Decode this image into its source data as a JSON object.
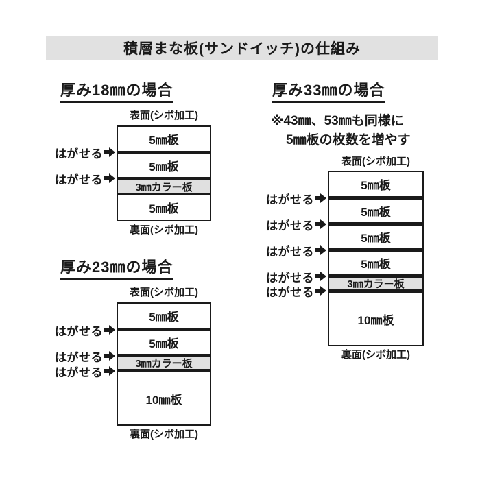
{
  "title": "積層まな板(サンドイッチ)の仕組み",
  "labels": {
    "peel": "はがせる",
    "front_surface": "表面(シボ加工)",
    "back_surface": "裏面(シボ加工)"
  },
  "colors": {
    "title_bar_bg": "#e1e1e1",
    "color_layer_bg": "#e0e0e0",
    "ink": "#1a1a1a"
  },
  "diagrams": [
    {
      "heading": "厚み18㎜の場合",
      "layers": [
        "5㎜板",
        "5㎜板",
        "3㎜カラー板",
        "5㎜板"
      ]
    },
    {
      "heading": "厚み23㎜の場合",
      "layers": [
        "5㎜板",
        "5㎜板",
        "3㎜カラー板",
        "10㎜板"
      ]
    },
    {
      "heading": "厚み33㎜の場合",
      "note": [
        "※43㎜、53㎜も同様に",
        "5㎜板の枚数を増やす"
      ],
      "layers": [
        "5㎜板",
        "5㎜板",
        "5㎜板",
        "5㎜板",
        "3㎜カラー板",
        "10㎜板"
      ]
    }
  ]
}
